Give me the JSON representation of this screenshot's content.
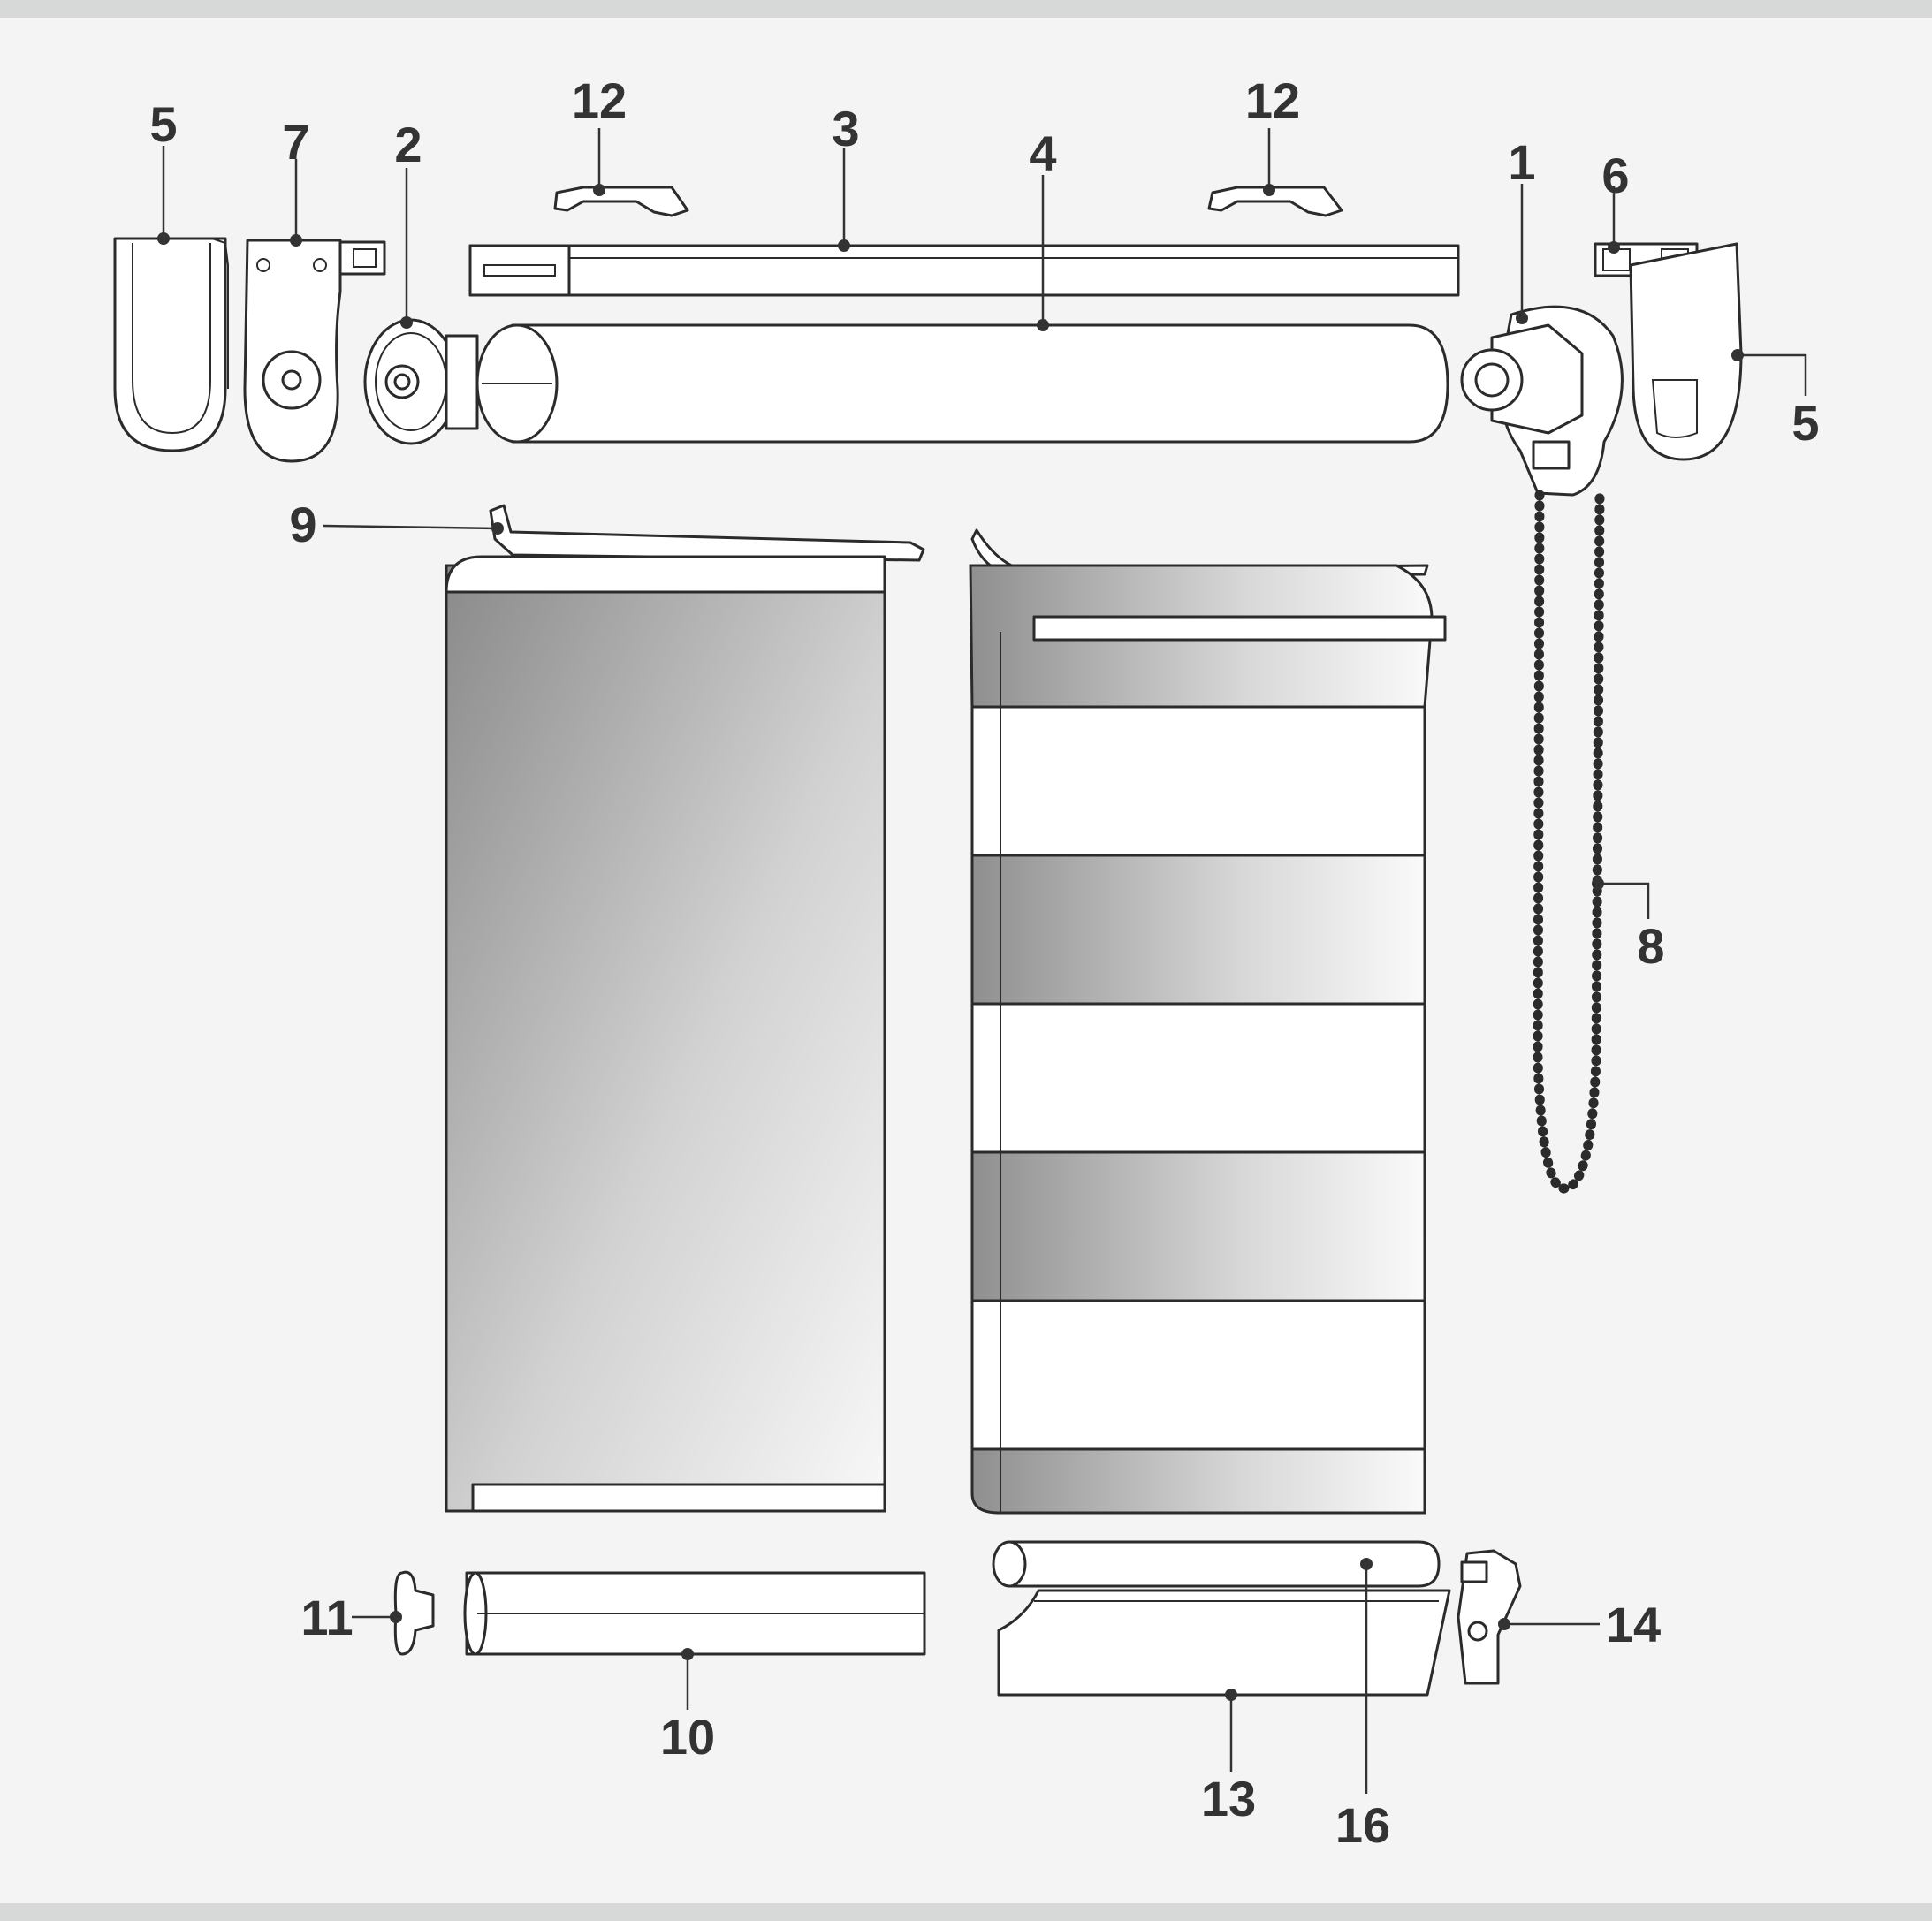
{
  "labels": {
    "tube_end_cap": "5",
    "idler_bracket": "7",
    "idler_end": "2",
    "top_left_clip": "12",
    "top_profile": "3",
    "roller_tube": "4",
    "top_right_clip": "12",
    "control_unit": "1",
    "control_bracket": "6",
    "right_end_cap": "5",
    "chain": "8",
    "fabric_strip": "9",
    "bottom_end_cap": "11",
    "bottom_rail": "10",
    "cassette_bottom_rail": "13",
    "weight_bar": "16",
    "bottom_bracket": "14"
  },
  "colors": {
    "background": "#f4f4f4",
    "frame": "#d6d9d8",
    "line": "#2b2b2b",
    "label": "#333333",
    "gradient_dark": "#8a8a8a",
    "gradient_light": "#f8f8f8"
  }
}
